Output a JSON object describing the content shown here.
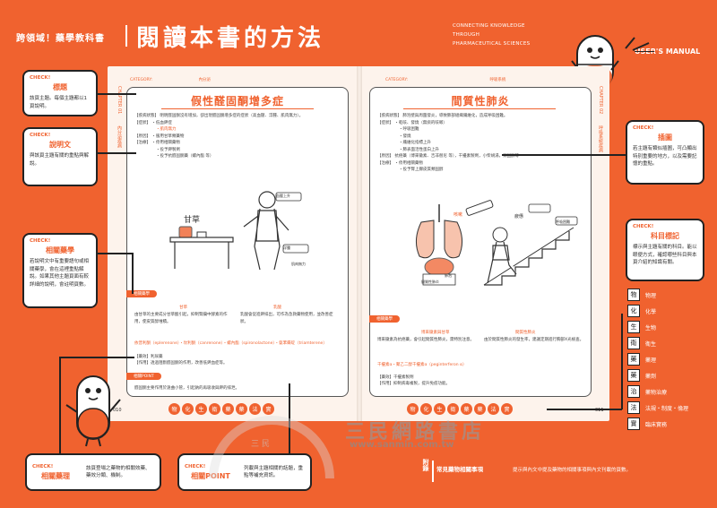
{
  "header": {
    "series": "跨領域！藥學教科書",
    "title": "閱讀本書的方法",
    "english": [
      "CONNECTING KNOWLEDGE",
      "THROUGH",
      "PHARMACEUTICAL SCIENCES"
    ],
    "manual": "USER'S MANUAL"
  },
  "left_page": {
    "category_label": "CATEGORY:",
    "category": "內分泌",
    "chapter_v": "CHAPTER 01",
    "section_v": "內分泌疾病",
    "title": "假性醛固酮增多症",
    "body": [
      "【疾病狀態】 明明醛固酮沒有增加，卻出現醛固酮增多症的症狀（高血壓、浮腫、肌肉無力）。",
      "【症狀】 ・低血鉀症",
      "・肌肉無力",
      "【原因】 ・服用甘草類藥物",
      "【治療】 ・停用相關藥物",
      "・投予鉀製劑",
      "・投予抗醛固酮藥（螺內酯 等）"
    ],
    "figure_labels": [
      "血壓上升",
      "浮腫",
      "肌肉無力",
      "甘草"
    ],
    "tag_drug": "相關藥學",
    "drug_cols": [
      "甘草",
      "乳酸"
    ],
    "drug_texts": [
      "由甘草的主要成分甘草酸引起，抑制腎臟中酵素的作用，使皮質醇堆積。",
      "乳酸會促進鉀排出，可作為急救藥物使用，並改善症狀。"
    ],
    "pharm_line": "依普利酮（eplerenone）・坎利酮（canrenone）・螺內酯（spironolactone）・氨苯蝶啶（triamterene）",
    "pharm_sub1": "【藥效】利尿藥",
    "pharm_sub2": "【作用】透過阻斷醛固酮的作用，改善低鉀血症等。",
    "tag_point": "相關POINT",
    "point_text": "醛固酮主要作用於遠曲小管，引起鈉的再吸收與鉀的排泄。",
    "page_no": "010"
  },
  "right_page": {
    "category_label": "CATEGORY:",
    "category": "呼吸系統",
    "chapter_v": "CHAPTER 02",
    "section_v": "呼吸系統疾病",
    "title": "間質性肺炎",
    "body": [
      "【疾病狀態】 肺泡壁與周圍發炎，導致肺部組織纖維化，造成呼吸困難。",
      "【症狀】 ・乾咳、發燒（無痰的咳嗽）",
      "・呼吸困難",
      "・發燒",
      "・纖維化指標上升",
      "・肺表面活性蛋白上升",
      "【原因】 抗癌藥（博來黴素、吉非替尼 等），干擾素製劑，小柴胡湯，類固醇等",
      "【治療】 ・停用相關藥物",
      "・投予腎上腺皮質類固醇"
    ],
    "figure_labels": [
      "咳嗽",
      "疲憊",
      "呼吸困難",
      "間質性肺炎",
      "肺泡"
    ],
    "tag_drug": "相關藥學",
    "drug_cols": [
      "博來黴素與甘草",
      "間質性肺炎"
    ],
    "drug_texts": [
      "博來黴素為抗癌藥，會引起間質性肺炎，需特別注意。",
      "由於間質性肺炎的發生率，建議定期進行胸部X光檢查。"
    ],
    "pharm_line": "干擾素α・聚乙二醇干擾素α（peginterferon α）",
    "pharm_sub1": "【藥效】干擾素製劑",
    "pharm_sub2": "【作用】抑制病毒複製，提升免疫功能。",
    "page_no": "011"
  },
  "subject_chips": [
    "物",
    "化",
    "生",
    "衛",
    "藥",
    "藥",
    "法",
    "實"
  ],
  "callouts": {
    "title": {
      "check": "CHECK!",
      "title": "標題",
      "body": "該頁主題。每個主題都以1頁說明。"
    },
    "desc": {
      "check": "CHECK!",
      "title": "說明文",
      "body": "與該頁主題有關的重點與解說。"
    },
    "drug": {
      "check": "CHECK!",
      "title": "相關藥學",
      "body": "若說明文中有重要語句或相關藥學，會在這裡重點解說。如果其他主題頁面有較詳細的說明，會註明頁數。"
    },
    "pharm": {
      "check": "CHECK!",
      "title": "相關藥理",
      "body": "該頁登場之藥物的相關效藥、藥效分類、機制。"
    },
    "point": {
      "check": "CHECK!",
      "title": "相關POINT",
      "body": "列載與主題相關的話題，重點等補充資訊。"
    },
    "illus": {
      "check": "CHECK!",
      "title": "插圖",
      "body": "若主題有類似插圖，可凸顯出特別重要的地方，以及需要記憶的重點。"
    },
    "subj": {
      "check": "CHECK!",
      "title": "科目標記",
      "body": "標示與主題有關的科目。能以眼便方式，確認哪些科目與本頁介紹的知識有關。"
    }
  },
  "subjects": [
    {
      "mark": "物",
      "label": "物理"
    },
    {
      "mark": "化",
      "label": "化學"
    },
    {
      "mark": "生",
      "label": "生物"
    },
    {
      "mark": "衛",
      "label": "衛生"
    },
    {
      "mark": "藥",
      "label": "藥理"
    },
    {
      "mark": "藥",
      "label": "藥劑"
    },
    {
      "mark": "治",
      "label": "藥物治療"
    },
    {
      "mark": "法",
      "label": "法規・制度・倫理"
    },
    {
      "mark": "實",
      "label": "臨床實務"
    }
  ],
  "appendix": {
    "label": "附錄",
    "title": "常見藥物相關事項",
    "desc": "提示與內文中提及藥物的相關事項與內文刊載的頁數。"
  },
  "watermark": {
    "name": "三民網路書店",
    "url": "www.sanmin.com.tw",
    "ring": "三 民"
  },
  "colors": {
    "accent": "#f0622f",
    "page": "#fdf3ec"
  }
}
